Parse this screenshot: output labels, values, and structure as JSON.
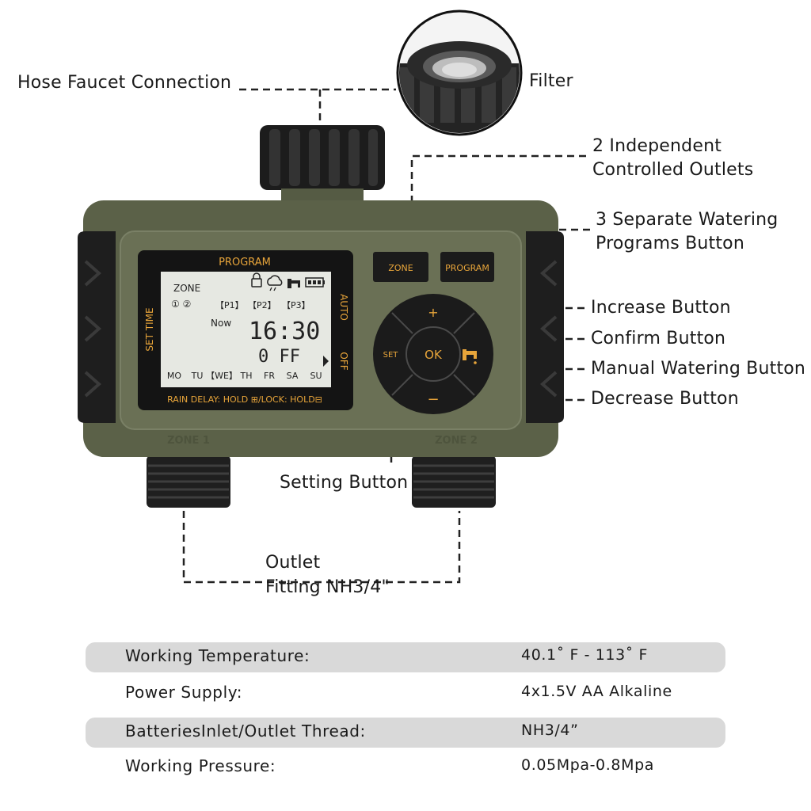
{
  "callouts": {
    "hose_faucet": "Hose Faucet Connection",
    "filter": "Filter",
    "outlets_line1": "2 Independent",
    "outlets_line2": "Controlled Outlets",
    "programs_line1": "3 Separate Watering",
    "programs_line2": "Programs Button",
    "increase": "Increase Button",
    "confirm": "Confirm Button",
    "manual": "Manual Watering Button",
    "decrease": "Decrease Button",
    "setting": "Setting Button",
    "outlet_line1": "Outlet",
    "outlet_line2": "Fitting NH3/4\""
  },
  "device": {
    "zone_button": "ZONE",
    "program_button": "PROGRAM",
    "ok_button": "OK",
    "set_button": "SET",
    "plus": "+",
    "minus": "−",
    "zone1_label": "ZONE 1",
    "zone2_label": "ZONE 2",
    "lcd": {
      "program_header": "PROGRAM",
      "set_time": "SET TIME",
      "auto": "AUTO",
      "off": "OFF",
      "zone": "ZONE",
      "zone_icons": "① ②",
      "p1": "【P1】",
      "p2": "【P2】",
      "p3": "【P3】",
      "now": "Now",
      "time": "16:30",
      "status": "0 FF",
      "days": [
        "MO",
        "TU",
        "【WE】",
        "TH",
        "FR",
        "SA",
        "SU"
      ],
      "footer": "RAIN DELAY: HOLD ⊞/LOCK: HOLD⊟"
    }
  },
  "specs": [
    {
      "label": "Working Temperature:",
      "value": "40.1˚ F - 113˚ F"
    },
    {
      "label": "Power Supply:",
      "value": "4x1.5V AA Alkaline"
    },
    {
      "label": "BatteriesInlet/Outlet Thread:",
      "value": "NH3/4”"
    },
    {
      "label": "Working Pressure:",
      "value": "0.05Mpa-0.8Mpa"
    }
  ],
  "colors": {
    "body": "#5b6148",
    "panel": "#6a7055",
    "accent": "#e8a53a",
    "rubber": "#1e1e1e",
    "lcd_bg": "#e6e8e2",
    "spec_shade": "#d9d9d9"
  }
}
